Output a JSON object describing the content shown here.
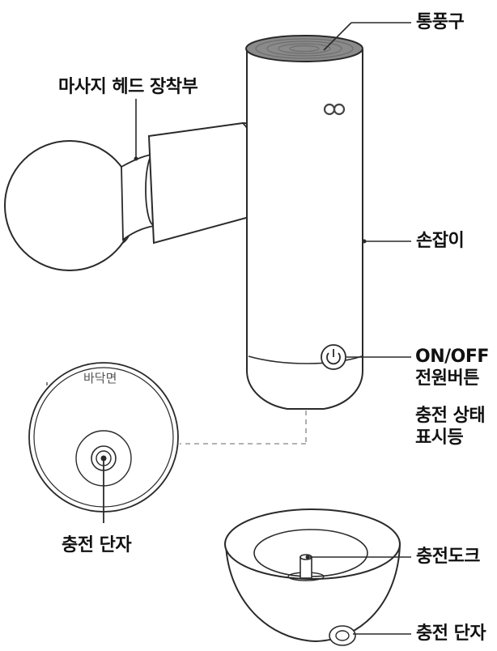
{
  "labels": {
    "vent": "통풍구",
    "head_mount": "마사지 헤드 장착부",
    "handle": "손잡이",
    "power_button_line1": "ON/OFF",
    "power_button_line2": "전원버튼",
    "charge_indicator_line1": "충전 상태",
    "charge_indicator_line2": "표시등",
    "bottom_face": "바닥면",
    "charge_terminal": "충전 단자",
    "charging_dock": "충전도크",
    "dock_terminal": "충전 단자"
  },
  "icons": {
    "logo": "brand-logo-icon",
    "power": "power-icon"
  },
  "colors": {
    "outline": "#2a2a2a",
    "body_fill": "#ffffff",
    "vent_fill": "#8a8a8a",
    "dashed": "#999999",
    "text": "#111111"
  }
}
